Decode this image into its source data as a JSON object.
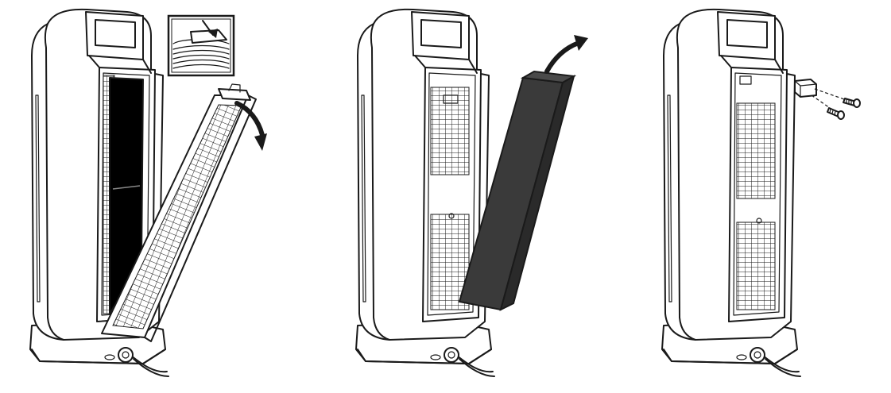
{
  "colors": {
    "outline": "#1a1a1a",
    "background": "#ffffff",
    "carbon_filter": "#3a3a3a",
    "carbon_filter_side": "#2a2a2a",
    "carbon_filter_top": "#4a4a4a"
  },
  "steps": [
    {
      "name": "remove-front-hepa-filter",
      "icons": [
        "tilt-arrow-icon",
        "latch-detail-icon"
      ]
    },
    {
      "name": "remove-carbon-filter",
      "icons": [
        "lift-arrow-icon"
      ]
    },
    {
      "name": "remove-back-cover-screws",
      "icons": [
        "screw-icon",
        "bracket-icon"
      ]
    }
  ]
}
